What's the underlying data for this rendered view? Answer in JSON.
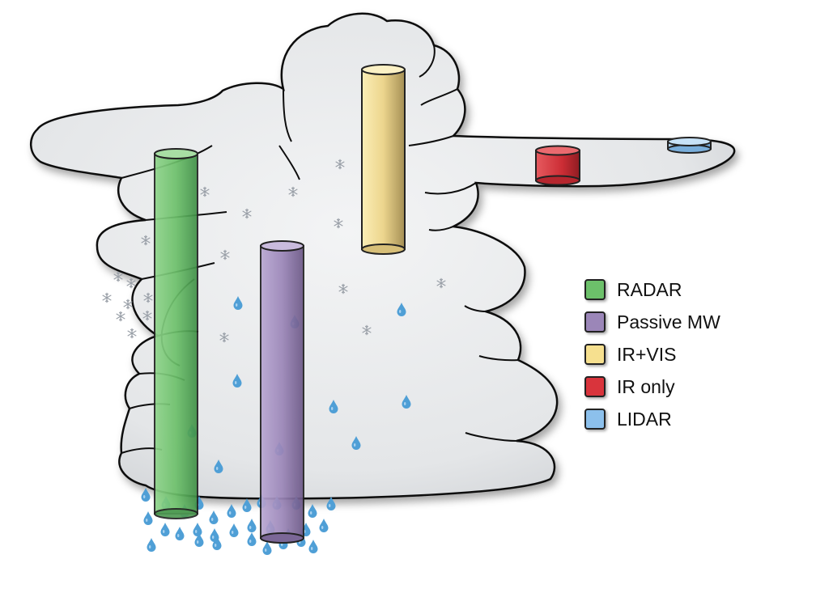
{
  "legend": [
    {
      "label": "RADAR",
      "color": "#6cc06a"
    },
    {
      "label": "Passive MW",
      "color": "#9b86b8"
    },
    {
      "label": "IR+VIS",
      "color": "#f6e08f"
    },
    {
      "label": "IR only",
      "color": "#d9343c"
    },
    {
      "label": "LIDAR",
      "color": "#8cc0ec"
    }
  ],
  "colors": {
    "cloud_fill": "#e8eaeb",
    "cloud_outline": "#111111",
    "raindrop": "#4f9fd6",
    "snowflake": "#9aa0a8"
  },
  "icons": [
    "snowflake-icon",
    "raindrop-icon"
  ]
}
